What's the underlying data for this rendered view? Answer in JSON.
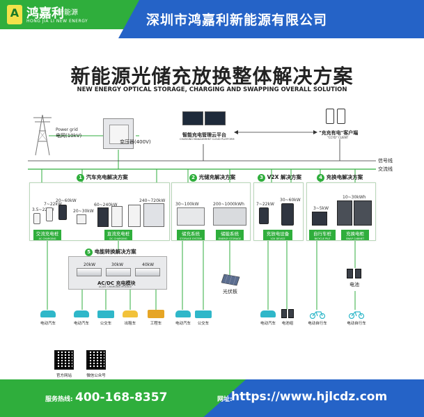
{
  "header": {
    "logo_letter": "A",
    "brand_cn": "鸿嘉利",
    "brand_sub": "新能源",
    "brand_en": "HONG JIA LI NEW ENERGY",
    "company": "深圳市鸿嘉利新能源有限公司"
  },
  "title": {
    "cn": "新能源光储充放换整体解决方案",
    "en": "NEW ENERGY OPTICAL STORAGE, CHARGING AND SWAPPING OVERALL SOLUTION"
  },
  "top_nodes": {
    "grid_small": "Power grid",
    "grid": "电网(10kV)",
    "transformer": "变压器(400V)",
    "platform": "智能充电管理云平台",
    "platform_en": "CHARGING MANAGEMENT CLOUD PLATFORM",
    "client": "\"充充有电\"客户端",
    "client_en": "\"CCYD\" CLIENT"
  },
  "lines": {
    "signal": "信号线",
    "ac": "交流线"
  },
  "sections": {
    "s1": {
      "num": "1",
      "title": "汽车充电解决方案"
    },
    "s2": {
      "num": "2",
      "title": "光储充解决方案"
    },
    "s3": {
      "num": "3",
      "title": "V2X 解决方案"
    },
    "s4": {
      "num": "4",
      "title": "充换电解决方案"
    },
    "s5": {
      "num": "5",
      "title": "电能转换解决方案"
    }
  },
  "power_labels": {
    "p1": "3.5~22kW",
    "p2": "7~22kW",
    "p3": "20~60kW",
    "p4": "20~30kW",
    "p5": "60~240kW",
    "p6": "240~720kW",
    "p7": "30~100kW",
    "p8": "200~1000kWh",
    "p9": "7~22kW",
    "p10": "30~60kW",
    "p11": "3~5kW",
    "p12": "10~30kWh"
  },
  "tags": {
    "ac_charging": "交流充电桩",
    "ac_charging_en": "AC CHARGING",
    "dc_charging": "直流充电桩",
    "dc_charging_en": "DC CHARGING",
    "storage_sys": "储充系统",
    "storage_sys_en": "STORAGE SYSTEM",
    "energy_sys": "储能系统",
    "energy_sys_en": "ENERGY STORAGE",
    "v2x_device": "充放电设备",
    "v2x_device_en": "V2X DEVICE",
    "bike_pile": "自行车桩",
    "bike_pile_en": "BICYCLE PILE",
    "swap": "充换电柜",
    "swap_en": "SWAP CABINET"
  },
  "module": {
    "m1": "20kW",
    "m2": "30kW",
    "m3": "40kW",
    "label": "AC/DC 充电模块",
    "label_en": "AC/DC CHARGING MODULE"
  },
  "pv": "光伏板",
  "battery": "电池",
  "vehicles": {
    "v1": "电动汽车",
    "v2": "电动汽车",
    "v3": "公交车",
    "v4": "出租车",
    "v5": "工程车",
    "v6": "电动汽车",
    "v7": "公交车",
    "v8": "电动汽车",
    "v9": "电池组",
    "v10": "电动自行车",
    "v11": "电动自行车"
  },
  "qr": {
    "q1": "官方网站",
    "q2": "微信公众号"
  },
  "footer": {
    "hotline_label": "服务热线:",
    "hotline": "400-168-8357",
    "web_label": "网址:",
    "web": "https://www.hjlcdz.com"
  },
  "colors": {
    "green": "#2fae3c",
    "blue": "#2563c7"
  }
}
